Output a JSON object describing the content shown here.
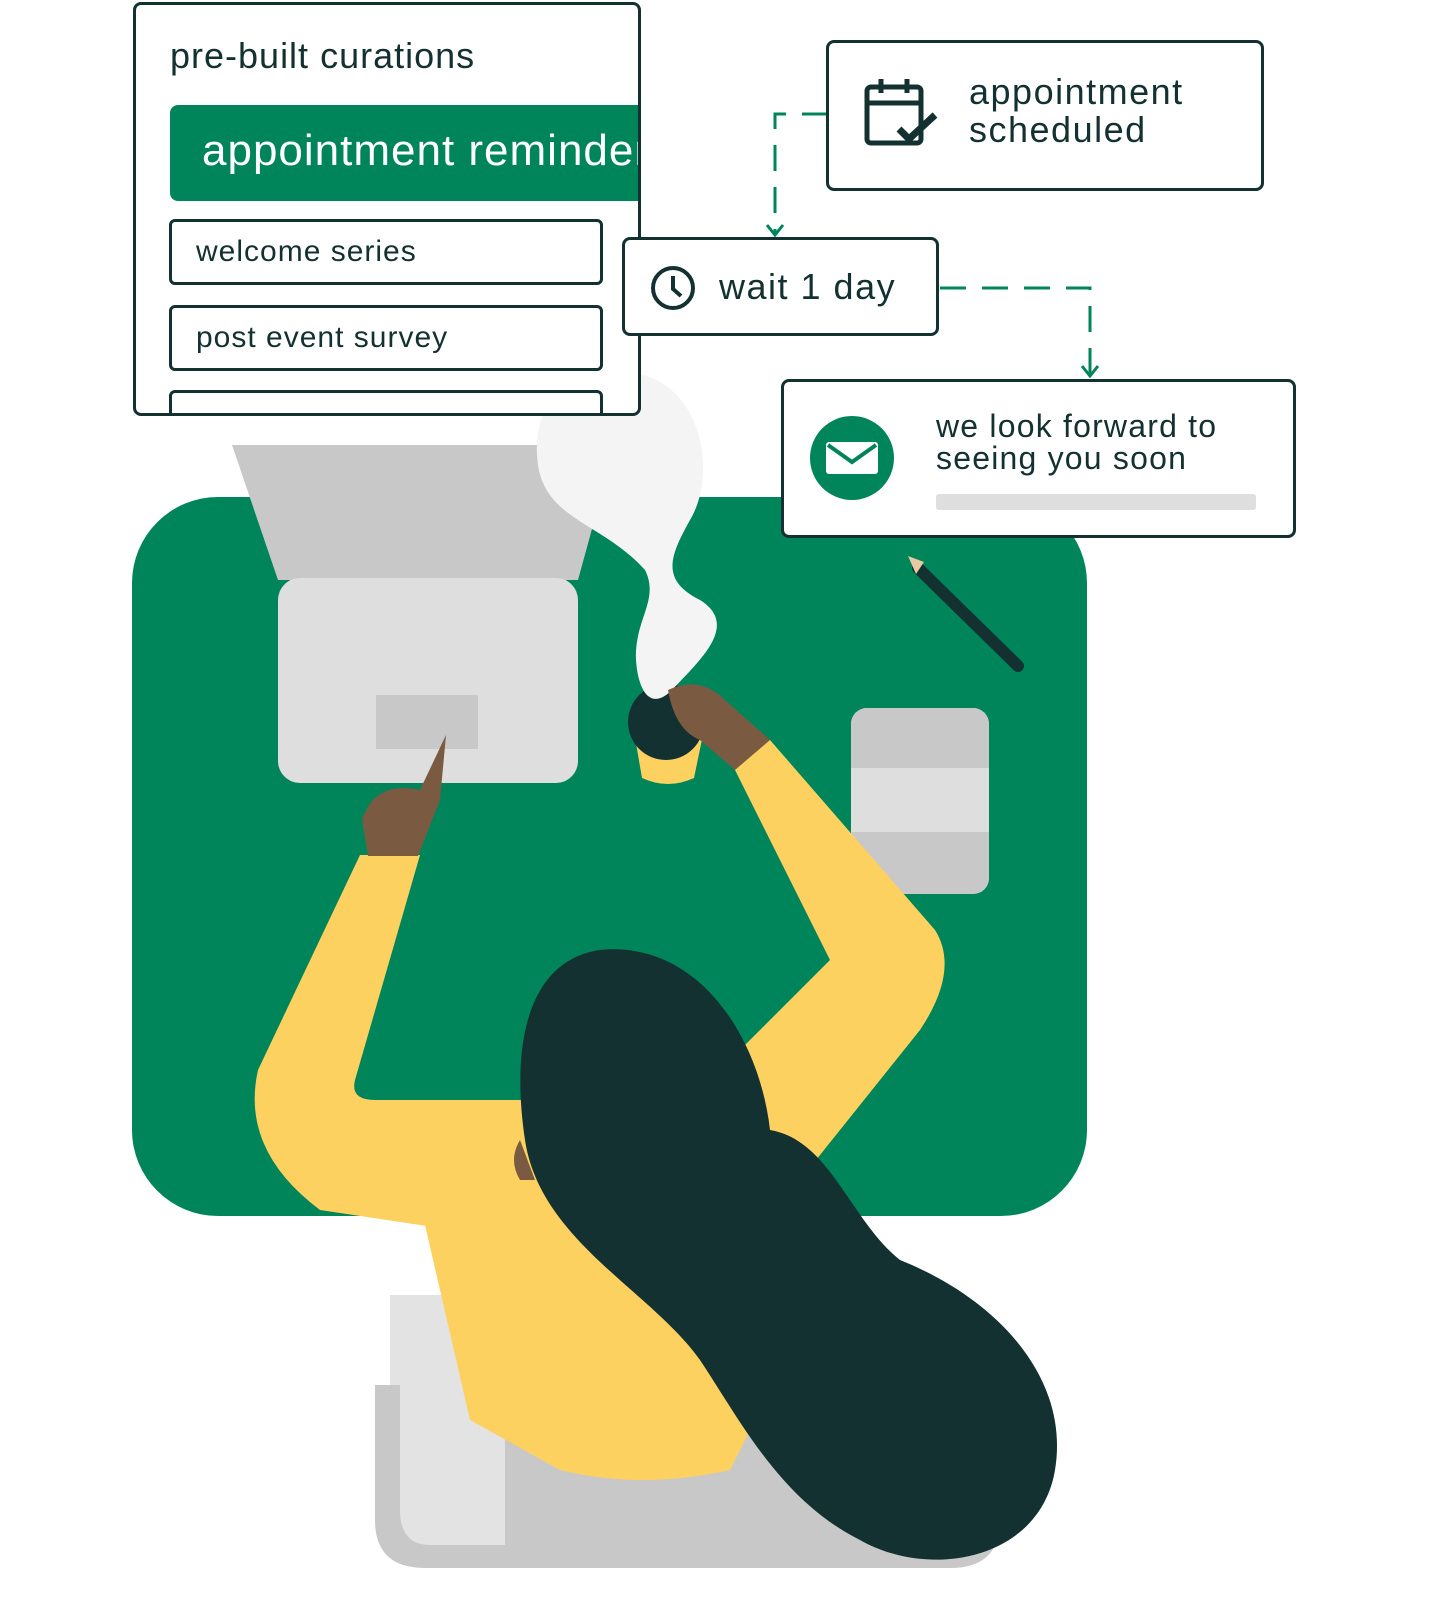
{
  "curations": {
    "title": "pre-built curations",
    "selected": "appointment reminder",
    "options": [
      "welcome series",
      "post event survey"
    ]
  },
  "workflow": {
    "trigger": "appointment scheduled",
    "wait": "wait 1 day",
    "email": "we look forward to seeing you soon"
  },
  "icons": {
    "trigger": "calendar-check-icon",
    "wait": "clock-icon",
    "email": "envelope-icon"
  },
  "colors": {
    "brand_green": "#00855a",
    "dark": "#143131",
    "yellow": "#fdd160",
    "skin": "#7a5a40",
    "light_gray": "#dedede",
    "mid_gray": "#c8c8c8"
  }
}
